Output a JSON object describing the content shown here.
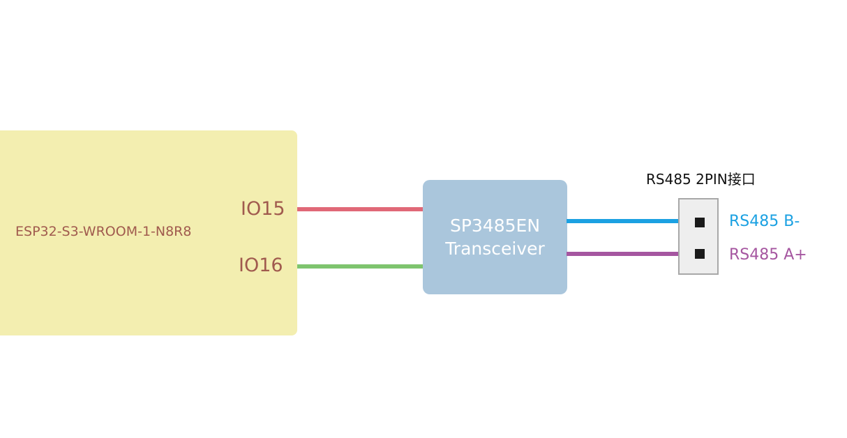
{
  "mcu": {
    "name": "ESP32-S3-WROOM-1-N8R8",
    "pins": [
      {
        "label": "IO15",
        "wire_color": "#e06877"
      },
      {
        "label": "IO16",
        "wire_color": "#7ec46e"
      }
    ],
    "fill_color": "#f3eeb0",
    "text_color": "#a05a4e"
  },
  "transceiver": {
    "line1": "SP3485EN",
    "line2": "Transceiver",
    "fill_color": "#aac6dc"
  },
  "connector": {
    "title": "RS485 2PIN接口",
    "pins": [
      {
        "label": "RS485 B-",
        "color": "#1ba1e2"
      },
      {
        "label": "RS485 A+",
        "color": "#a556a0"
      }
    ]
  }
}
